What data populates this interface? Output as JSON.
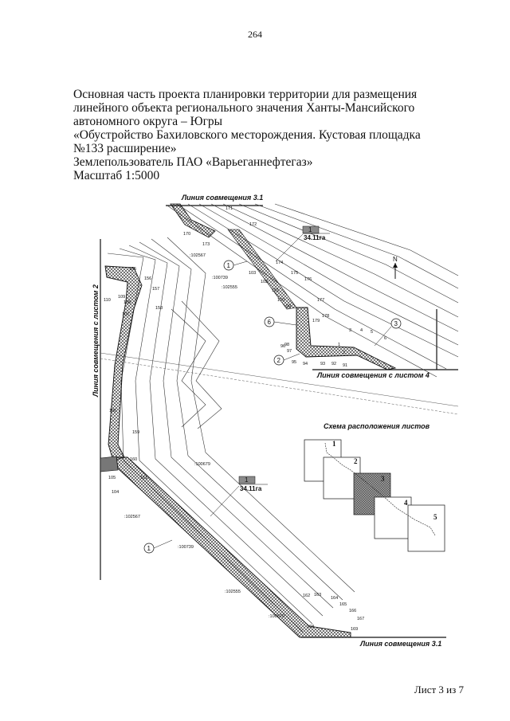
{
  "page_number": "264",
  "title_lines": [
    "Основная часть проекта планировки территории для размещения",
    "линейного объекта регионального значения Ханты-Мансийского",
    "автономного округа – Югры",
    "«Обустройство Бахиловского месторождения. Кустовая площадка",
    "№133 расширение»",
    "Землепользователь ПАО «Варьеганнефтегаз»",
    "Масштаб 1:5000"
  ],
  "map": {
    "match_line_top": "Линия совмещения 3.1",
    "match_line_left": "Линия совмещения с листом 2",
    "match_line_right": "Линия совмещения с листом 4",
    "match_line_bottom": "Линия совмещения 3.1",
    "area_tag_number": "1",
    "area_tag_value": "34.11га",
    "parcel_ids": [
      ":102567",
      ":100739",
      ":102555",
      ":100679",
      ":100670"
    ],
    "circle_markers": [
      "1",
      "2",
      "3",
      "6"
    ],
    "north_symbol": "N",
    "point_numbers": [
      "170",
      "171",
      "172",
      "173",
      "174",
      "175",
      "176",
      "177",
      "178",
      "179",
      "103",
      "102",
      "101",
      "100",
      "99",
      "98",
      "97",
      "96",
      "95",
      "94",
      "93",
      "92",
      "91",
      "1",
      "2",
      "3",
      "4",
      "5",
      "6",
      "155",
      "156",
      "157",
      "158",
      "107",
      "108",
      "109",
      "110",
      "106",
      "159",
      "160",
      "105",
      "104",
      "161",
      "162",
      "163",
      "164",
      "165",
      "166",
      "167",
      "168",
      "169"
    ],
    "scheme": {
      "title": "Схема расположения листов",
      "sheets": [
        "1",
        "2",
        "3",
        "4",
        "5"
      ],
      "active_sheet": "3"
    }
  },
  "footer": "Лист 3 из 7",
  "colors": {
    "line": "#111111",
    "hatch": "#222222",
    "highlight": "#8a8a8a"
  }
}
